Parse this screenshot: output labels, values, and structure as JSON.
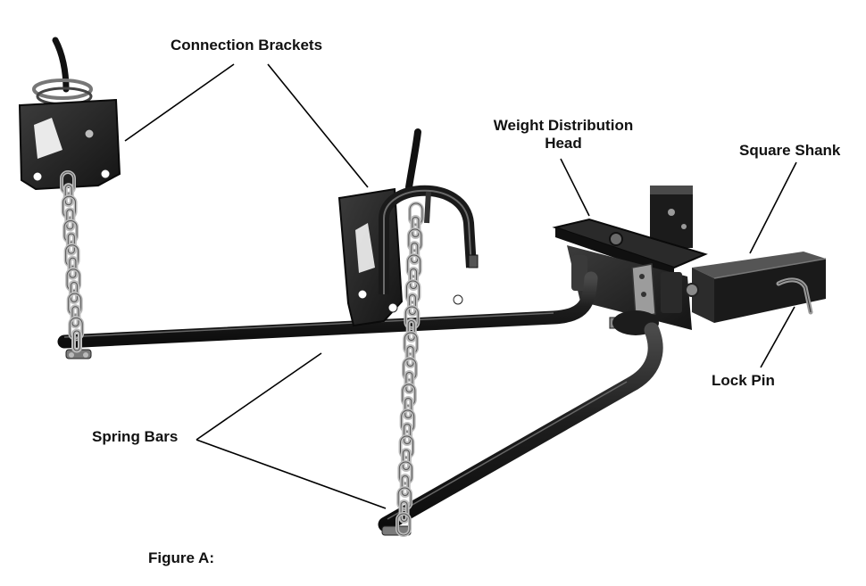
{
  "labels": {
    "connection_brackets": "Connection Brackets",
    "weight_distribution_head_line1": "Weight Distribution",
    "weight_distribution_head_line2": "Head",
    "square_shank": "Square Shank",
    "lock_pin": "Lock Pin",
    "spring_bars": "Spring Bars",
    "figure_caption": "Figure A:"
  },
  "colors": {
    "metal_dark": "#1c1c1c",
    "metal_mid": "#3a3a3a",
    "chain": "#bdbdbd",
    "chain_edge": "#555555",
    "leader": "#000000",
    "text": "#111111"
  }
}
